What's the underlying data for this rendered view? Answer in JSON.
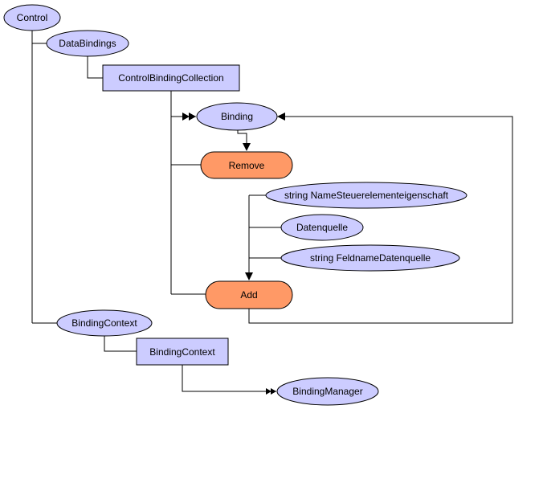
{
  "colors": {
    "ellipse_fill": "#ccccff",
    "rect_fill": "#ccccff",
    "method_fill": "#ff9966",
    "stroke": "#000000",
    "background": "#ffffff"
  },
  "nodes": {
    "control": "Control",
    "data_bindings": "DataBindings",
    "control_binding_collection": "ControlBindingCollection",
    "binding": "Binding",
    "remove": "Remove",
    "string_name_property": "string NameSteuerelementeigenschaft",
    "data_source": "Datenquelle",
    "string_field_name": "string FeldnameDatenquelle",
    "add": "Add",
    "binding_context_property": "BindingContext",
    "binding_context_class": "BindingContext",
    "binding_manager": "BindingManager"
  }
}
